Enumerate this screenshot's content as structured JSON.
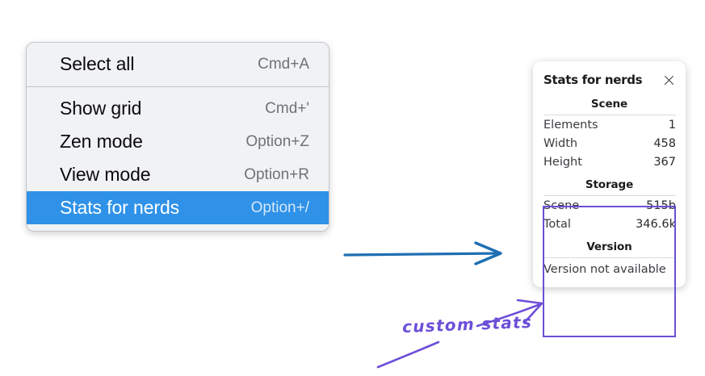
{
  "colors": {
    "menu_background": "#f1f2f4",
    "menu_border": "#c3c6cb",
    "menu_highlight": "#2f92e8",
    "menu_label": "#0b0b0d",
    "menu_shortcut": "#6f7277",
    "panel_background": "#ffffff",
    "annotation_purple": "#6c4fd8",
    "arrow_blue": "#1f6fb2"
  },
  "context_menu": {
    "groups": [
      {
        "items": [
          {
            "label": "Select all",
            "shortcut": "Cmd+A",
            "selected": false,
            "name": "select-all"
          }
        ]
      },
      {
        "items": [
          {
            "label": "Show grid",
            "shortcut": "Cmd+'",
            "selected": false,
            "name": "show-grid"
          },
          {
            "label": "Zen mode",
            "shortcut": "Option+Z",
            "selected": false,
            "name": "zen-mode"
          },
          {
            "label": "View mode",
            "shortcut": "Option+R",
            "selected": false,
            "name": "view-mode"
          },
          {
            "label": "Stats for nerds",
            "shortcut": "Option+/",
            "selected": true,
            "name": "stats-for-nerds"
          }
        ]
      }
    ]
  },
  "stats_panel": {
    "title": "Stats for nerds",
    "close_icon": "close-icon",
    "sections": [
      {
        "heading": "Scene",
        "name": "scene",
        "rows": [
          {
            "label": "Elements",
            "value": "1"
          },
          {
            "label": "Width",
            "value": "458"
          },
          {
            "label": "Height",
            "value": "367"
          }
        ]
      },
      {
        "heading": "Storage",
        "name": "storage",
        "rows": [
          {
            "label": "Scene",
            "value": "515b"
          },
          {
            "label": "Total",
            "value": "346.6k"
          }
        ]
      },
      {
        "heading": "Version",
        "name": "version",
        "note": "Version not available",
        "rows": []
      }
    ]
  },
  "annotations": {
    "custom_stats_label": "custom stats",
    "blue_arrow": "arrow-right-icon",
    "purple_arrow": "arrow-upright-icon",
    "purple_underline": "underline-stroke-icon",
    "highlight_box": "custom-stats-highlight-box"
  }
}
